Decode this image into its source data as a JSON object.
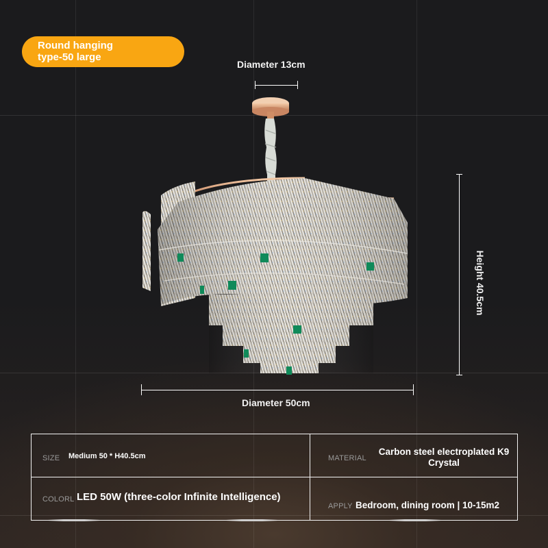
{
  "badge": {
    "line1": "Round hanging",
    "line2": "type-50 large",
    "color": "#f9a612"
  },
  "dimensions": {
    "canopy_diameter": "Diameter 13cm",
    "body_diameter": "Diameter 50cm",
    "height": "Height 40.5cm"
  },
  "product_image": {
    "subject": "tiered K9 crystal chandelier with rose-gold canopy, wrapped suspension rod and emerald green accent crystals",
    "accent_colors": {
      "metal": "#d9a07a",
      "crystal": "#d8d4cc",
      "emerald": "#0f8a5a"
    }
  },
  "specs": [
    {
      "key": "SIZE",
      "value": "Medium 50 * H40.5cm"
    },
    {
      "key": "MATERIAL",
      "value": "Carbon steel electroplated K9 Crystal"
    },
    {
      "key": "COLORL",
      "value": "LED 50W (three-color Infinite Intelligence)"
    },
    {
      "key": "APPLY",
      "value": "Bedroom, dining room | 10-15m2"
    }
  ]
}
